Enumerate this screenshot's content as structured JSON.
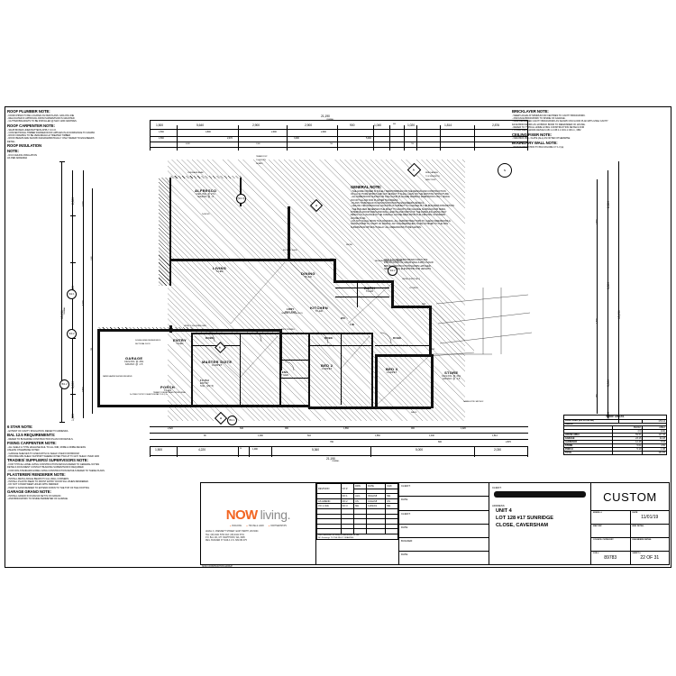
{
  "sheet": {
    "overall_width_dim": "21,190",
    "overall_height_dim": "15,090",
    "overall_sub": "OVERALL"
  },
  "notes_left": [
    {
      "heading": "ROOF PLUMBER NOTE:",
      "lines": [
        "- DOWN PIPES TO BE LOCATED AS PER PLANS. GRA ON LINE",
        "- RELOCATED IF APPROVAL FROM SUPERVISOR IS GRANTED",
        "- GUTTER BRACKETS TO BE INSTALLED @ MAX 1200 CENTRES."
      ]
    },
    {
      "heading": "ROOF CARPENTER NOTE:",
      "lines": [
        "- 90x45 BOXED LINED BATTENS APPLY U.N.O.",
        "- CONVENTIONAL TIMBER FRAMED ROOF APPLIES IN ACCORDANCE TO AS1684",
        "- ROOF FRAMING TO BE VERANDAH H2 TREATED TIMBER",
        "- ROOF BEAMS ARE SHOWN DIAGRAMMATICALLY ONLY REFER TO ENGINEERS",
        "DETAIL."
      ]
    },
    {
      "heading": "ROOF INSULATION",
      "lines": []
    },
    {
      "heading": "NOTE:",
      "lines": [
        "- R4.0 CEILING INSULATION",
        "AS PER ADDENDA"
      ]
    }
  ],
  "notes_right": [
    {
      "heading": "BRICKLAYER NOTE:",
      "lines": [
        "- WEEP HOLES AT MINIMUM 230 CENTRES TO CAVITY BRICKWORK.",
        "- 2ND FACE BRICKWORK TO INSIDE OF GARAGE.",
        "- 230w RENDERED CAVITY BRICKWORK AS SHOWN ON FLOOR PLAN WITH 230w CAVITY",
        "  FACE BRICKWORK AS 1/2 BRICK BOND TO REMAINDER OF HOUSE.",
        "- REFER TO TYPICAL HOME LIVING CONSTRUCTION DETAILS FOR",
        "  TYPICAL BRICKWORK DETAILS CB 1.1 CB 2.1 CD1.1 CD1.1 , DB2"
      ]
    },
    {
      "heading": "CEILING FIXER NOTE:",
      "lines": [
        "- CEILINGS 2No - FLATE (ALL) AS NOTED  OTHERWISE"
      ]
    },
    {
      "heading": "BOUNDARY WALL NOTE:",
      "lines": [
        "- REFER/OPERATION TO BCA FIGURE 3.7.1.3 (a)"
      ]
    }
  ],
  "notes_bottom_left": [
    {
      "heading": "6 STAR NOTE:",
      "lines": [
        "- EXTENT OF CAVITY INSULATION, REFER TO ADDENDA"
      ]
    },
    {
      "heading": "BAL 12.5 REQUIREMENTS:",
      "lines": [
        "- REFER TO BUSHFIRE CONSTRUCTION PLAN FOR DETAILS."
      ]
    },
    {
      "heading": "FIXING CARPENTER NOTE:",
      "lines": [
        "- ALL SHELF & TYPE HIGHLINE RAIL TO ALL WIR, ROBE & ROBE RECESS",
        "  UNLESS OTHERWISE NOTED",
        "- GARAGE SHELVES TO LINEN WITH 3x SHELF OVER FOR BROOM",
        "- PROVIDE MID-SHELF SUPPORT WHERE NOTED TWO AT TO ANY SHELF OVER 1200"
      ]
    },
    {
      "heading": "TRADIES/ SUPPLIERS/ SUPERVISORS NOTE:",
      "lines": [
        "- FOR TYPICAL HOME LIVING CONSTRUCTION DETAILS REFER TO GENERAL NOTES",
        "  DETAILS DOCUMENT CONTACT BUILDING SUPERVISOR IF REQUIRED",
        "- FOR NON-STANDARD HOME LIVING CONSTRUCTION DETAILS REFER TO THESE PLANS."
      ]
    },
    {
      "heading": "PLASTERER/ RENDERER NOTE:",
      "lines": [
        "- INSTALL METAL ANGLE BEADS TO ALL WALL CORNERS.",
        "- INSTALL PLASTIC BEAD TO FRONT ENTRY DOOR SILL WHEN RENDERED.",
        "- DO NOT COVER WEEP HOLES WITH RENDER",
        "- PAINT & SAND RENDER TO EXTEND DOWN TO THE TOP OF THE FOOTING"
      ]
    },
    {
      "heading": "GARAGE GRANO NOTE:",
      "lines": [
        "- INSTALL GRANO IN FOAM AS SET IN ON GRANO.",
        "- AND BRICKWORK TO INSIDE PERIMETER OF GARAGE."
      ]
    }
  ],
  "general_note": {
    "heading": "GENERAL NOTE:",
    "lines": [
      "- THE HOME OWNER IS SOLELY RESPONSIBLE FOR THE  DESIGN AND CONSTRUCTION",
      "  OF ALL FUTURE WORKS AND ANY EFFECT IT SHALL HAVE ON THE EXISTING STRUCTURE.",
      "- ALL DIMENSIONS SHOWN ON THE FLOOR PLAN ARE NOMINAL DIMENSIONS ONLY WHICH",
      "  DO NOT ALLOW FOR PLASTER THICKNESS.",
      "- PLANS TO BE READ IN CONJUNCTION WITH ENGINEERS DETAILS.",
      "- CEILING VENT/MANHOLE LOCATION IS SUBJECT TO CHANGE AT THE BUILDERS DISCRETION.",
      "- THE BUILDER RESERVES THE RIGHT TO ADJUST AND CHANGE  SLIDING DOOR SIZES,",
      "  INTERNAL ROOM SIZES AND WALL LENGTH AND WIDTH OF THE DWELLING WHICH MAY",
      "  RESULT IN A CHANGE IN THE OVERALL HOUSE AREA FROM THE ORIGINAL STANDARD",
      "  HOUSE PLAN.",
      "- DO NOT SCALE FROM THIS DRAWING. ALL SUBCONTRACTORS TO CHECK  DIMENSIONS &",
      "  NOTES PRIOR TO START OF WORKS. ANY DISCREPANCIES TO BE NOTIFIED TO THE SITE",
      "  SUPERVISOR WITHOUT DELAY. ALL DIMENSIONS TO BE SHOWN."
    ]
  },
  "plan_note_brick": [
    "WALLS TO BE REINFORCED FOR PLATE",
    "INSTALLATION OF GRANI WALLS WITH SOLID",
    "BRICK CONSTRUCTION SHOWN HATCHED",
    "SEE INTERNAL ELEVATIONS FOR HEIGHTS"
  ],
  "rooms": [
    {
      "name": "ALFRESCO",
      "sub": "CEILING @ 27o",
      "sub2": "GRANO @ -6"
    },
    {
      "name": "LIVING",
      "sub": "TILED",
      "sub2": ""
    },
    {
      "name": "DINING",
      "sub": "TILED",
      "sub2": ""
    },
    {
      "name": "KITCHEN",
      "sub": "TILED",
      "sub2": ""
    },
    {
      "name": "GARAGE",
      "sub": "CEILING @ 28o",
      "sub2": "GRANO @ -15"
    },
    {
      "name": "MASTER SUITE",
      "sub": "CARPET",
      "sub2": ""
    },
    {
      "name": "BED 2",
      "sub": "CARPET",
      "sub2": ""
    },
    {
      "name": "BED 3",
      "sub": "CARPET",
      "sub2": ""
    },
    {
      "name": "ENTRY",
      "sub": "TILED",
      "sub2": ""
    },
    {
      "name": "PORCH",
      "sub": "TILED",
      "sub2": ""
    },
    {
      "name": "BATH",
      "sub": "TILED",
      "sub2": ""
    },
    {
      "name": "ROBE",
      "sub": "",
      "sub2": ""
    },
    {
      "name": "ROBE",
      "sub": "",
      "sub2": ""
    },
    {
      "name": "ROBE",
      "sub": "",
      "sub2": ""
    },
    {
      "name": "STORE",
      "sub": "CEILING @ 28o",
      "sub2": "GRANO @ -15"
    },
    {
      "name": "LDRY",
      "sub": "REC FLR",
      "sub2": ""
    },
    {
      "name": "WC",
      "sub": "",
      "sub2": ""
    },
    {
      "name": "LIN",
      "sub": "",
      "sub2": ""
    },
    {
      "name": "ENS",
      "sub": "TILED",
      "sub2": ""
    },
    {
      "name": "FLUSH",
      "sub": "ENTRY",
      "sub2": "SILL (2R.5)"
    }
  ],
  "plan_labels": [
    {
      "t": "TIMBER POST"
    },
    {
      "t": "TO SOFFITS"
    },
    {
      "t": "DETAILS"
    },
    {
      "t": "TIMBER POST"
    },
    {
      "t": "TO SOFFITS"
    },
    {
      "t": "DETAILS"
    },
    {
      "t": "CONCEALED BEAM"
    },
    {
      "t": "2x100 S/D"
    },
    {
      "t": "BLK HEAD  10x610"
    },
    {
      "t": "SMOKE"
    },
    {
      "t": "FIRE FLASHING"
    },
    {
      "t": "TO 4 SIDES BOTH"
    },
    {
      "t": "DIRECTIONS"
    },
    {
      "t": "CUT BRICK"
    },
    {
      "t": "CUT BRICK"
    },
    {
      "t": "RECESSED MEAT MEG"
    },
    {
      "t": "CEILING SOFFIT (B/1.2)"
    },
    {
      "t": "CEILING SOFFIT (B/1.2)"
    },
    {
      "t": "CEILING SOFFIT (S/1.3)"
    },
    {
      "t": "CEILING SOFFIT (S/1.3)"
    },
    {
      "t": "LINTEL @ 22o W/ BRK OVER"
    },
    {
      "t": "DOUBLE-SIDED RENDER BRICK"
    },
    {
      "t": "SECTIONAL DOOR"
    },
    {
      "t": "2x STEEL POSTS TO SHEETS DETAIL T.O.F @ 2o"
    },
    {
      "t": "WATER HEATER SHOWN INDICATIVE"
    },
    {
      "t": "TIMBER TO BE BETWEEN TRUSS DETAIL"
    },
    {
      "t": "GAS/ELECTRIC MET BOX"
    },
    {
      "t": "ORANGE THROUGH (S/2.2)"
    },
    {
      "t": "BRICK OPENING"
    },
    {
      "t": "SHELF"
    },
    {
      "t": "RMP"
    },
    {
      "t": "RMP"
    },
    {
      "t": "RMP"
    }
  ],
  "dims_top_chain": [
    "1,500",
    "5,640",
    "2,900",
    "2,900",
    "900",
    "1,040",
    "600",
    "1,020",
    "1,814",
    "2,876"
  ],
  "dims_bottom_chain": [
    "1,500",
    "4,220",
    "90",
    "1,090",
    "5,360",
    "5,000",
    "2,030"
  ],
  "dims_bottom_small": [
    "2,620",
    "90",
    "640",
    "1,090",
    "900",
    "610",
    "1,860",
    "1,860",
    "790",
    "900",
    "1,040",
    "600",
    "1,020",
    "1,814",
    "2,876"
  ],
  "dims_left_chain": [
    "2,300",
    "4,300",
    "5,000",
    "1,500"
  ],
  "dims_right_chain": [
    "2,300",
    "3,300",
    "5,000",
    "1,500"
  ],
  "dims_misc": [
    "1,500",
    "2,900",
    "2,900",
    "1,500",
    "3,000",
    "5,000",
    "4,800",
    "2,470",
    "4,698",
    "1,960",
    "700",
    "750"
  ],
  "roof_areas": {
    "title": "ROOF AREAS",
    "roof_area_label": "ROOF AREA (m2 on the flat)",
    "roof_area_value": "179.14",
    "areas_label": "AREAS:",
    "col_perim": "PERIM.",
    "col_perim_unit": "(m)",
    "col_area": "AREA",
    "col_area_unit": "(m2)",
    "rows": [
      {
        "name": "HOUSE AREA",
        "perim": "59.51",
        "area": "117.36"
      },
      {
        "name": "GARAGE",
        "perim": "23.16",
        "area": "32.28"
      },
      {
        "name": "ALFRESCO",
        "perim": "12.48",
        "area": "8.63"
      },
      {
        "name": "STORE",
        "perim": "5.04",
        "area": "4.50"
      },
      {
        "name": "PORCH",
        "perim": "5.19",
        "area": "1.88"
      }
    ],
    "total_label": "TOTAL",
    "total_value": "164.65"
  },
  "title_block": {
    "logo": {
      "now": "NOW",
      "living": "living."
    },
    "logo_services": [
      "BUILDING",
      "HOUSE & LAND",
      "PARTNERSHIPS"
    ],
    "company_address": [
      "LEVEL 3, 4 BENNETT STREET, EAST PERTH, WA 6004",
      "TEL: (08) 9441 5700  FAX: (08) 9441 5701",
      "P.O. Box 131, MT. HAWTHORN, WA, 6095",
      "REG. BUILDER N° 6419 A.C.N. 609 084 075"
    ],
    "footer_left": "NOW CONSTRUCTION GROUP",
    "revision": {
      "col_revision": "REVISION",
      "col_vo": "VO #",
      "col_drn": "DRN",
      "col_date": "DATE",
      "col_chk": "CHK",
      "rows": [
        {
          "revision": "",
          "vo": "NO 1",
          "drn": "ALG",
          "date": "03/12/18",
          "chk": "MH"
        },
        {
          "revision": "AS AMEND",
          "vo": "NO 2",
          "drn": "CS",
          "date": "13/12/18",
          "chk": "CS"
        },
        {
          "revision": "VO 1 (3/4)",
          "vo": "NO 3",
          "drn": "MH",
          "date": "11/01/19",
          "chk": "MH"
        }
      ],
      "footer": "Sub-contractors to verify all  dimensions  on site.",
      "footer2": "NO Drawings TO THE BUILT DRAWING."
    },
    "signoff_rows": [
      "CLIENT:",
      "DATE:",
      "CLIENT:",
      "DATE:",
      "BUILDER:",
      "DATE:"
    ],
    "client": {
      "client_label": "CLIENT:",
      "client_value": "",
      "address_label": "ADDRESS:",
      "address_lines": [
        "UNIT 4",
        "LOT 128 #17 SUNRIDGE",
        "CLOSE, CAVERSHAM"
      ]
    },
    "meta": {
      "plan_name": "CUSTOM",
      "model_label": "MODEL #",
      "model_value": "",
      "date_label": "DATE",
      "date_value": "11/01/19",
      "map_ref_label": "MAP REF",
      "map_ref_value": "",
      "bnd_label": "BND DETAIL",
      "bnd_value": "",
      "council_label": "COUNCIL CATEGORY",
      "council_value": "",
      "engineers_label": "ENGINEERS DETAIL",
      "engineers_value": "",
      "job_label": "JOB #",
      "job_value": "89783",
      "sheet_label": "SHEET #",
      "sheet_value": "22 OF 31"
    }
  },
  "colors": {
    "brand_orange": "#F26522",
    "brand_grey": "#8a8a8a",
    "ink": "#000000",
    "paper": "#ffffff"
  }
}
